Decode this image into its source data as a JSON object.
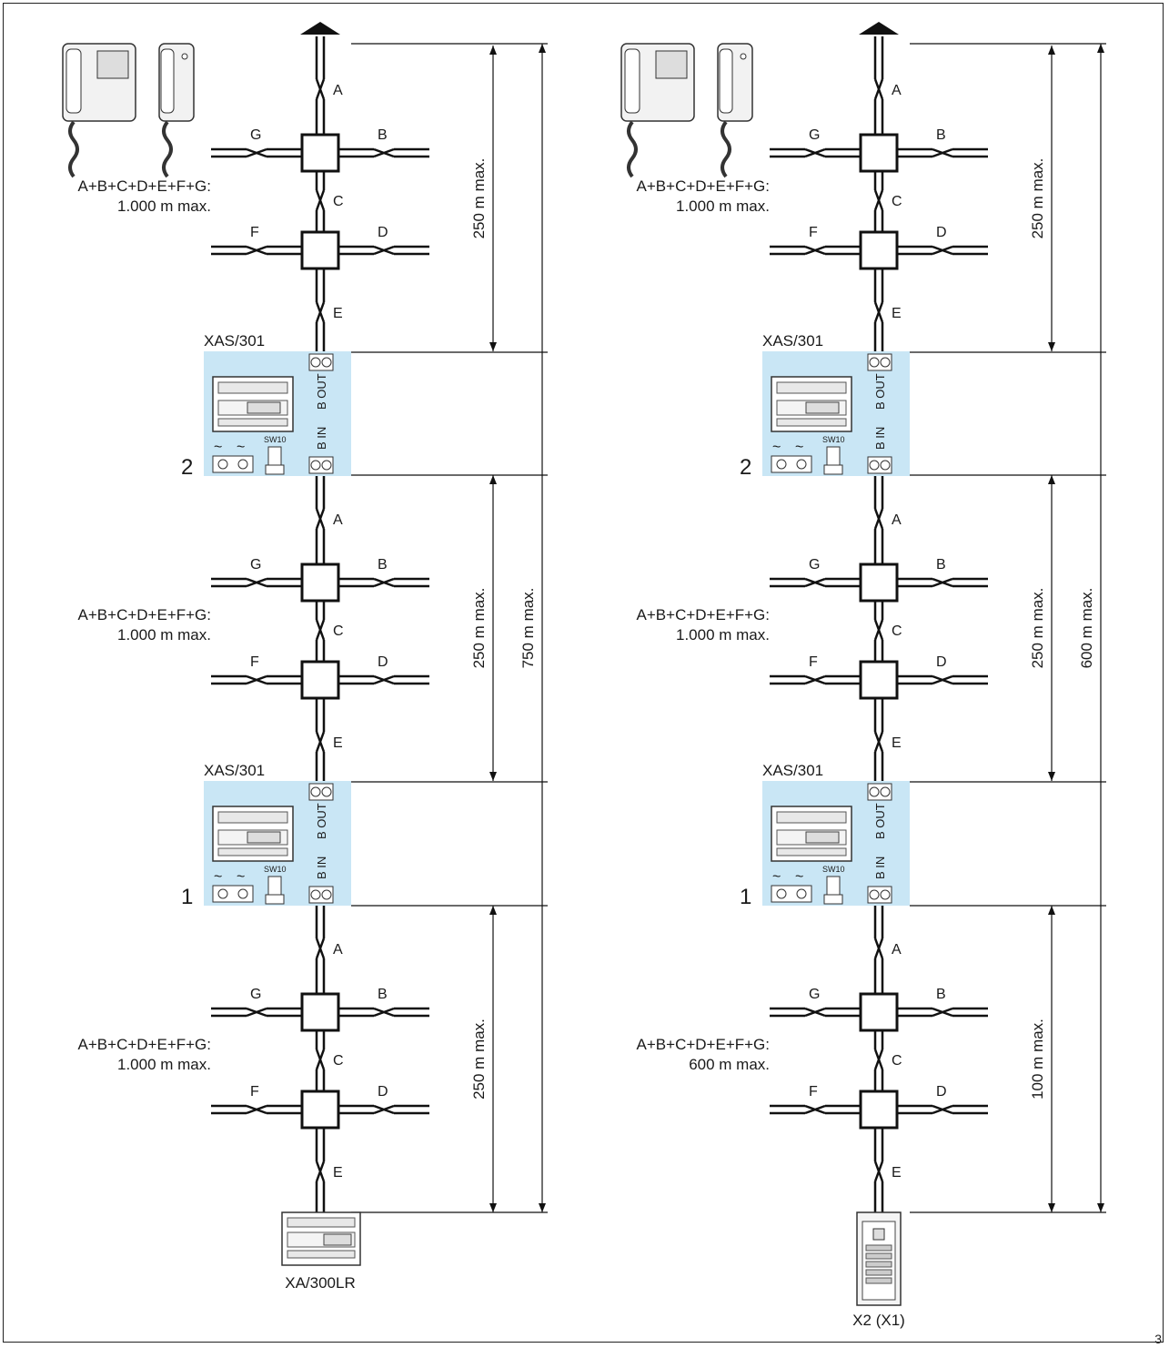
{
  "page_number": "3",
  "colors": {
    "module_fill": "#c9e6f5",
    "line": "#111111",
    "device_fill": "#f2f2f2"
  },
  "wire_labels": {
    "a": "A",
    "b": "B",
    "c": "C",
    "d": "D",
    "e": "E",
    "f": "F",
    "g": "G"
  },
  "module": {
    "name": "XAS/301",
    "b_out": "B OUT",
    "b_in": "B IN",
    "switch": "SW10",
    "ac_symbol": "~"
  },
  "icons": [
    "videophone-icon",
    "handset-icon",
    "power-supply-icon",
    "entrance-panel-icon",
    "arrow-up-icon"
  ],
  "left": {
    "sums": [
      {
        "line1": "A+B+C+D+E+F+G:",
        "line2": "1.000 m max."
      },
      {
        "line1": "A+B+C+D+E+F+G:",
        "line2": "1.000 m max."
      },
      {
        "line1": "A+B+C+D+E+F+G:",
        "line2": "1.000 m max."
      }
    ],
    "segments": [
      "250 m max.",
      "250 m max.",
      "250 m max."
    ],
    "total": "750 m max.",
    "module_numbers": [
      "2",
      "1"
    ],
    "bottom_device": "XA/300LR"
  },
  "right": {
    "sums": [
      {
        "line1": "A+B+C+D+E+F+G:",
        "line2": "1.000 m max."
      },
      {
        "line1": "A+B+C+D+E+F+G:",
        "line2": "1.000 m max."
      },
      {
        "line1": "A+B+C+D+E+F+G:",
        "line2": "600 m max."
      }
    ],
    "segments": [
      "250 m max.",
      "250 m max.",
      "100 m max."
    ],
    "total": "600 m max.",
    "module_numbers": [
      "2",
      "1"
    ],
    "bottom_device": "X2 (X1)"
  }
}
